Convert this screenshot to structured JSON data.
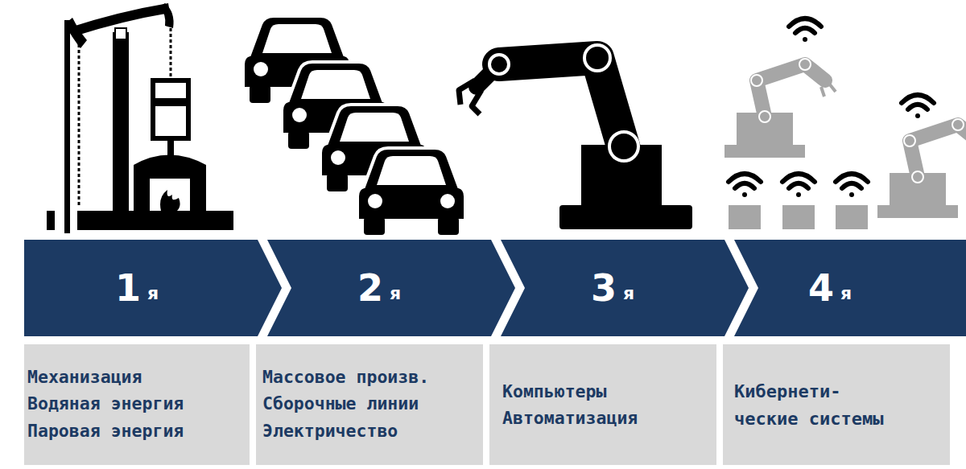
{
  "diagram": {
    "nodes": [
      {
        "text": [
          "1",
          "я"
        ]
      },
      {
        "text": [
          "2",
          "я"
        ]
      },
      {
        "text": [
          "3",
          "я"
        ]
      },
      {
        "text": [
          "4",
          "я"
        ]
      },
      {
        "text": [
          "Механизация",
          "Водяная энергия",
          "Паровая энергия"
        ]
      },
      {
        "text": [
          "Массовое произв.",
          "Сборочные линии",
          "Электричество"
        ]
      },
      {
        "text": [
          "Компьютеры",
          "Автоматизация"
        ]
      },
      {
        "text": [
          "Кибернети- ческие системы"
        ]
      }
    ]
  }
}
